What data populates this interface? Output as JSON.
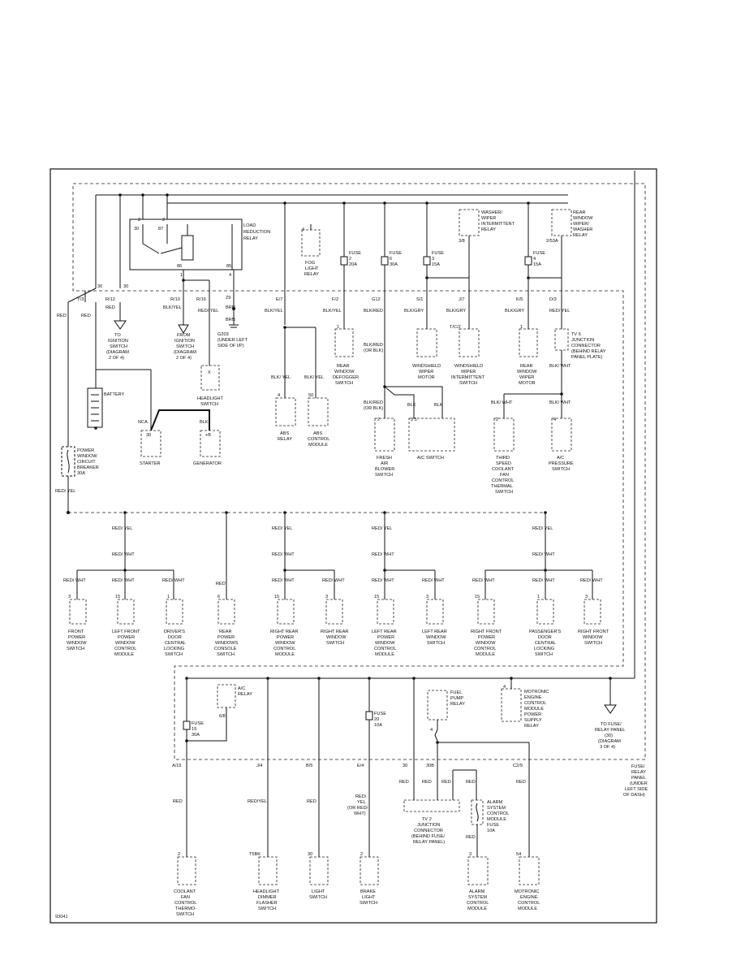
{
  "figure_id": "93041",
  "panel_note": [
    "FUSE/",
    "RELAY",
    "PANEL",
    "(UNDER",
    "LEFT SIDE",
    "OF DASH)"
  ],
  "load_relay": {
    "label": [
      "LOAD",
      "REDUCTION",
      "RELAY"
    ],
    "pins": [
      "2",
      "2",
      "30",
      "87",
      "86",
      "85",
      "1",
      "4"
    ]
  },
  "battery_label": "BATTERY",
  "breaker_label": [
    "POWER",
    "WINDOW",
    "CIRCUIT",
    "BREAKER",
    "30A"
  ],
  "ignition_ref": [
    "TO",
    "IGNITION",
    "SWITCH",
    "(DIAGRAM",
    "2 OF 4)"
  ],
  "ignition_from": [
    "FROM",
    "IGNITION",
    "SWITCH",
    "(DIAGRAM",
    "2 OF 4)"
  ],
  "ground_label": [
    "G203",
    "(UNDER LEFT",
    "SIDE OF I/P)"
  ],
  "headlight_switch": [
    "HEADLIGHT",
    "SWITCH"
  ],
  "starter": {
    "label": "STARTER",
    "pin": "30",
    "wire": "NCA"
  },
  "generator": {
    "label": "GENERATOR",
    "pin": "+B",
    "wire": "BLK"
  },
  "top_connectors": [
    {
      "id": "30",
      "label": "30"
    },
    {
      "id": "30b",
      "label": "30"
    },
    {
      "id": "y3",
      "label": "Y/3"
    },
    {
      "id": "r12",
      "label": "R/12"
    },
    {
      "id": "r10",
      "label": "R/10"
    },
    {
      "id": "r16",
      "label": "R/16"
    },
    {
      "id": "z9",
      "label": "Z9"
    },
    {
      "id": "e7",
      "label": "E/7"
    },
    {
      "id": "f2",
      "label": "F/2"
    },
    {
      "id": "g12",
      "label": "G12"
    },
    {
      "id": "s1",
      "label": "S/1"
    },
    {
      "id": "j7",
      "label": "J/7"
    },
    {
      "id": "k5",
      "label": "K/5"
    },
    {
      "id": "d3",
      "label": "D/3"
    }
  ],
  "wire_colors": {
    "red": "RED",
    "blk_yel": "BLK/YEL",
    "red_yel": "RED/ YEL",
    "red_wht": "RED/ WHT",
    "brn": "BRN",
    "blk_red": "BLK/RED",
    "blk_red_or": "(OR BLK)",
    "blk_gry": "BLK/GRY",
    "blk": "BLK",
    "blk_wht": "BLK/ WHT",
    "red_yel_long": "RED/YEL",
    "red_yel_gr": [
      "RED/",
      "YEL",
      "(OR RED/",
      "WHT)"
    ],
    "blk_yel2": "BLK/ YEL"
  },
  "fuses": [
    {
      "label": [
        "FUSE",
        "2",
        "20A"
      ]
    },
    {
      "label": [
        "FUSE",
        "6",
        "30A"
      ]
    },
    {
      "label": [
        "FUSE",
        "3",
        "15A"
      ]
    },
    {
      "label": [
        "FUSE",
        "4",
        "15A"
      ]
    },
    {
      "label": [
        "FUSE",
        "19",
        "30A"
      ]
    },
    {
      "label": [
        "FUSE",
        "20",
        "10A"
      ]
    }
  ],
  "relays": {
    "fog": [
      "FOG",
      "LIGHT",
      "RELAY"
    ],
    "washer": [
      "WASHER/",
      "WIPER",
      "INTERMITTENT",
      "RELAY"
    ],
    "rear_washer": [
      "REAR",
      "WINDOW",
      "WIPER/",
      "WASHER",
      "RELAY"
    ],
    "ac": [
      "A/C",
      "RELAY"
    ],
    "fuel": [
      "FUEL",
      "PUMP",
      "RELAY"
    ],
    "motronic_supply": [
      "MOTRONIC",
      "ENGINE",
      "CONTROL",
      "MODULE",
      "POWER",
      "SUPPLY",
      "RELAY"
    ]
  },
  "connector_tv6": [
    "TV 6",
    "JUNCTION",
    "CONNECTOR",
    "(BEHIND RELAY",
    "PANEL PLATE)"
  ],
  "connector_tv2": [
    "TV 2",
    "JUNCTION",
    "CONNECTOR",
    "(BEHIND FUSE/",
    "RELAY PANEL)"
  ],
  "to_fuse_ref": [
    "TO FUSE/",
    "RELAY PANEL",
    "(30)",
    "(DIAGRAM",
    "3 OF 4)"
  ],
  "upper_components": [
    {
      "pin": "1",
      "label": [
        "REAR",
        "WINDOW",
        "DEFOGGER",
        "SWITCH"
      ]
    },
    {
      "pin": "",
      "label": [
        "WINDSHIELD",
        "WIPER",
        "MOTOR"
      ]
    },
    {
      "pin": "T/C/2",
      "label": [
        "WINDSHIELD",
        "WIPER",
        "INTERMITTENT",
        "SWITCH"
      ]
    },
    {
      "pin": "1",
      "label": [
        "REAR",
        "WINDOW",
        "WIPER",
        "MOTOR"
      ]
    },
    {
      "pin": "4",
      "label": [
        "ABS",
        "RELAY"
      ]
    },
    {
      "pin": "50",
      "label": [
        "ABS",
        "CONTROL",
        "MODULE"
      ]
    },
    {
      "pin": "2",
      "label": [
        "FRESH",
        "AIR",
        "BLOWER",
        "SWITCH"
      ]
    },
    {
      "pin": "3   5",
      "label": [
        "A/C SWITCH"
      ]
    },
    {
      "pin": "2",
      "label": [
        "THIRD",
        "SPEED",
        "COOLANT",
        "FAN",
        "CONTROL",
        "THERMAL",
        "SWITCH"
      ]
    },
    {
      "pin": "4",
      "label": [
        "A/C",
        "PRESSURE",
        "SWITCH"
      ]
    }
  ],
  "window_components": [
    {
      "pin": "3",
      "label": [
        "FRONT",
        "POWER",
        "WINDOW",
        "SWITCH"
      ]
    },
    {
      "pin": "15",
      "label": [
        "LEFT FRONT",
        "POWER",
        "WINDOW",
        "CONTROL",
        "MODULE"
      ]
    },
    {
      "pin": "1",
      "label": [
        "DRIVER'S",
        "DOOR",
        "CENTRAL",
        "LOCKING",
        "SWITCH"
      ]
    },
    {
      "pin": "6",
      "label": [
        "REAR",
        "POWER",
        "WINDOWS",
        "CONSOLE",
        "SWITCH"
      ]
    },
    {
      "pin": "15",
      "label": [
        "RIGHT REAR",
        "POWER",
        "WINDOW",
        "CONTROL",
        "MODULE"
      ]
    },
    {
      "pin": "3",
      "label": [
        "RIGHT REAR",
        "WINDOW",
        "SWITCH"
      ]
    },
    {
      "pin": "15",
      "label": [
        "LEFT REAR",
        "POWER",
        "WINDOW",
        "CONTROL",
        "MODULE"
      ]
    },
    {
      "pin": "3",
      "label": [
        "LEFT REAR",
        "WINDOW",
        "SWITCH"
      ]
    },
    {
      "pin": "15",
      "label": [
        "RIGHT FRONT",
        "POWER",
        "WINDOW",
        "CONTROL",
        "MODULE"
      ]
    },
    {
      "pin": "1",
      "label": [
        "PASSENGER'S",
        "DOOR",
        "CENTRAL",
        "LOCKING",
        "SWITCH"
      ]
    },
    {
      "pin": "3",
      "label": [
        "RIGHT FRONT",
        "WINDOW",
        "SWITCH"
      ]
    }
  ],
  "bottom_connectors": [
    "A/15",
    "J/4",
    "B/5",
    "E/4",
    "30",
    "30B",
    "C2/9"
  ],
  "bottom_components": [
    {
      "pin": "2",
      "label": [
        "COOLANT",
        "FAN",
        "CONTROL",
        "THERMO-",
        "SWITCH"
      ]
    },
    {
      "pin": "T5BK",
      "label": [
        "HEADLIGHT",
        "DIMMER",
        "FLASHER",
        "SWITCH"
      ]
    },
    {
      "pin": "30",
      "label": [
        "LIGHT",
        "SWITCH"
      ]
    },
    {
      "pin": "2",
      "label": [
        "BRAKE",
        "LIGHT",
        "SWITCH"
      ]
    },
    {
      "pin": "3",
      "label": [
        "ALARM",
        "SYSTEM",
        "CONTROL",
        "MODULE"
      ]
    },
    {
      "pin": "54",
      "label": [
        "MOTRONIC",
        "ENGINE",
        "CONTROL",
        "MODULE"
      ]
    }
  ],
  "alarm_fuse": [
    "ALARM",
    "SYSTEM",
    "CONTROL",
    "MODULE",
    "FUSE",
    "10A"
  ]
}
